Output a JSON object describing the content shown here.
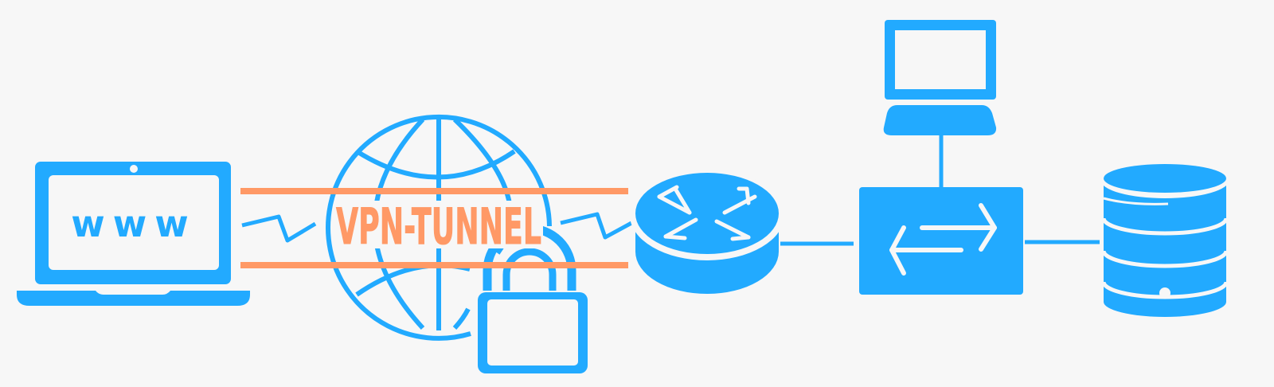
{
  "colors": {
    "background": "#f7f7f7",
    "icon_blue": "#22aaff",
    "tunnel_orange": "#ff9966"
  },
  "diagram": {
    "laptop": {
      "icon": "laptop-icon",
      "screen_text": "www"
    },
    "globe": {
      "icon": "globe-icon"
    },
    "lock": {
      "icon": "padlock-icon"
    },
    "tunnel": {
      "label": "VPN-TUNNEL"
    },
    "router": {
      "icon": "router-icon"
    },
    "switch": {
      "icon": "switch-icon"
    },
    "workstation": {
      "icon": "desktop-computer-icon"
    },
    "database": {
      "icon": "database-icon"
    },
    "links": [
      {
        "from": "laptop",
        "to": "globe",
        "style": "wireless-zigzag"
      },
      {
        "from": "globe",
        "to": "router",
        "style": "wireless-zigzag"
      },
      {
        "from": "router",
        "to": "switch",
        "style": "line"
      },
      {
        "from": "switch",
        "to": "database",
        "style": "line"
      },
      {
        "from": "switch",
        "to": "workstation",
        "style": "line"
      }
    ]
  }
}
